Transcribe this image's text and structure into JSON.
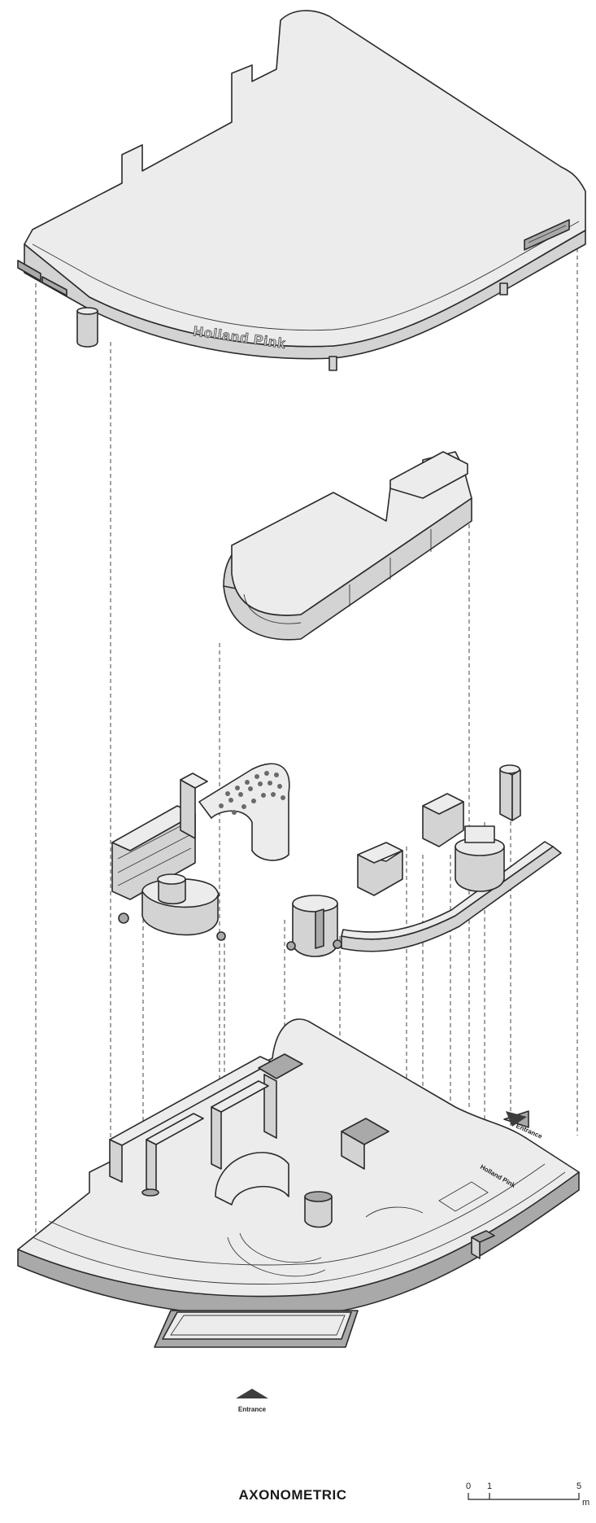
{
  "drawing": {
    "title": "AXONOMETRIC",
    "entrance_front_label": "Entrance",
    "entrance_side_label": "Entrance",
    "roof_sign_text": "Holland Pink",
    "floor_sign_text": "Holland Pink"
  },
  "scale_bar": {
    "tick_labels": [
      "0",
      "1",
      "5"
    ],
    "unit": "m"
  }
}
